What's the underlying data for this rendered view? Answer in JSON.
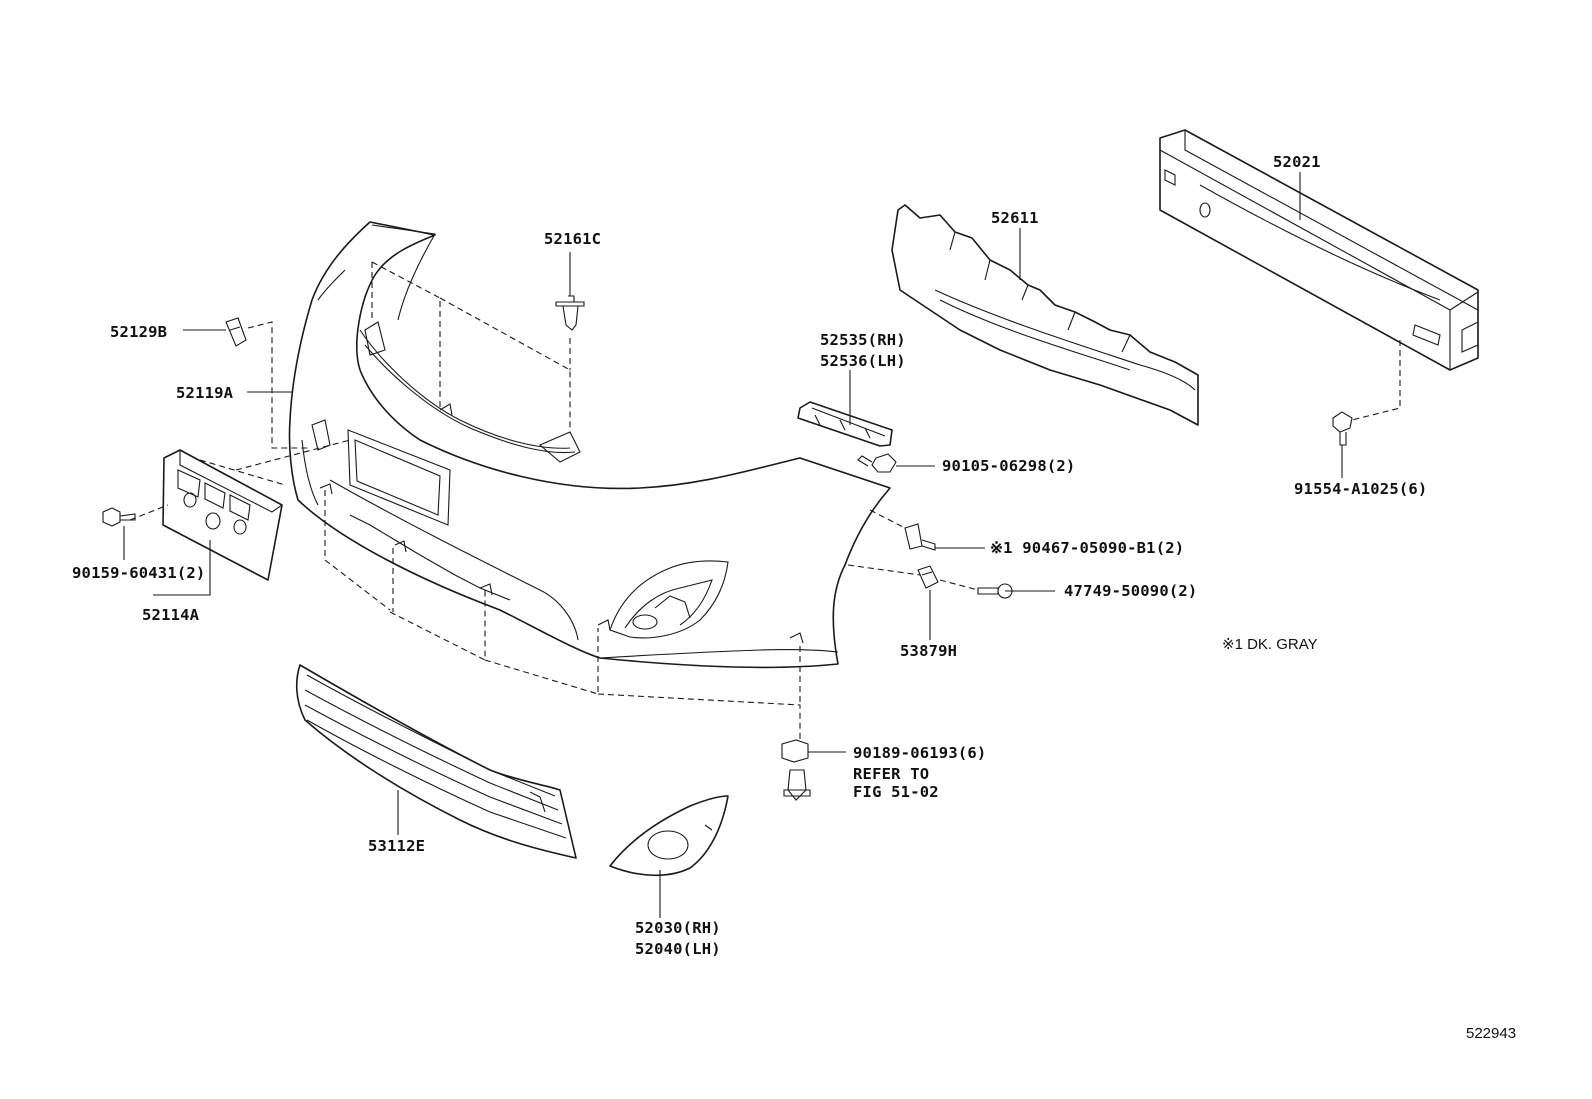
{
  "parts": {
    "p52161C": "52161C",
    "p52129B": "52129B",
    "p52119A": "52119A",
    "p52114A": "52114A",
    "p90159": "90159-60431(2)",
    "p52611": "52611",
    "p52021": "52021",
    "p52535": "52535(RH)",
    "p52536": "52536(LH)",
    "p90105": "90105-06298(2)",
    "p91554": "91554-A1025(6)",
    "p90467": "※1 90467-05090-B1(2)",
    "p47749": "47749-50090(2)",
    "p53879H": "53879H",
    "p90189": "90189-06193(6)",
    "refer1": "REFER TO",
    "refer2": "FIG 51-02",
    "p53112E": "53112E",
    "p52030": "52030(RH)",
    "p52040": "52040(LH)"
  },
  "notes": {
    "color_note": "※1  DK. GRAY",
    "figure_id": "522943"
  }
}
